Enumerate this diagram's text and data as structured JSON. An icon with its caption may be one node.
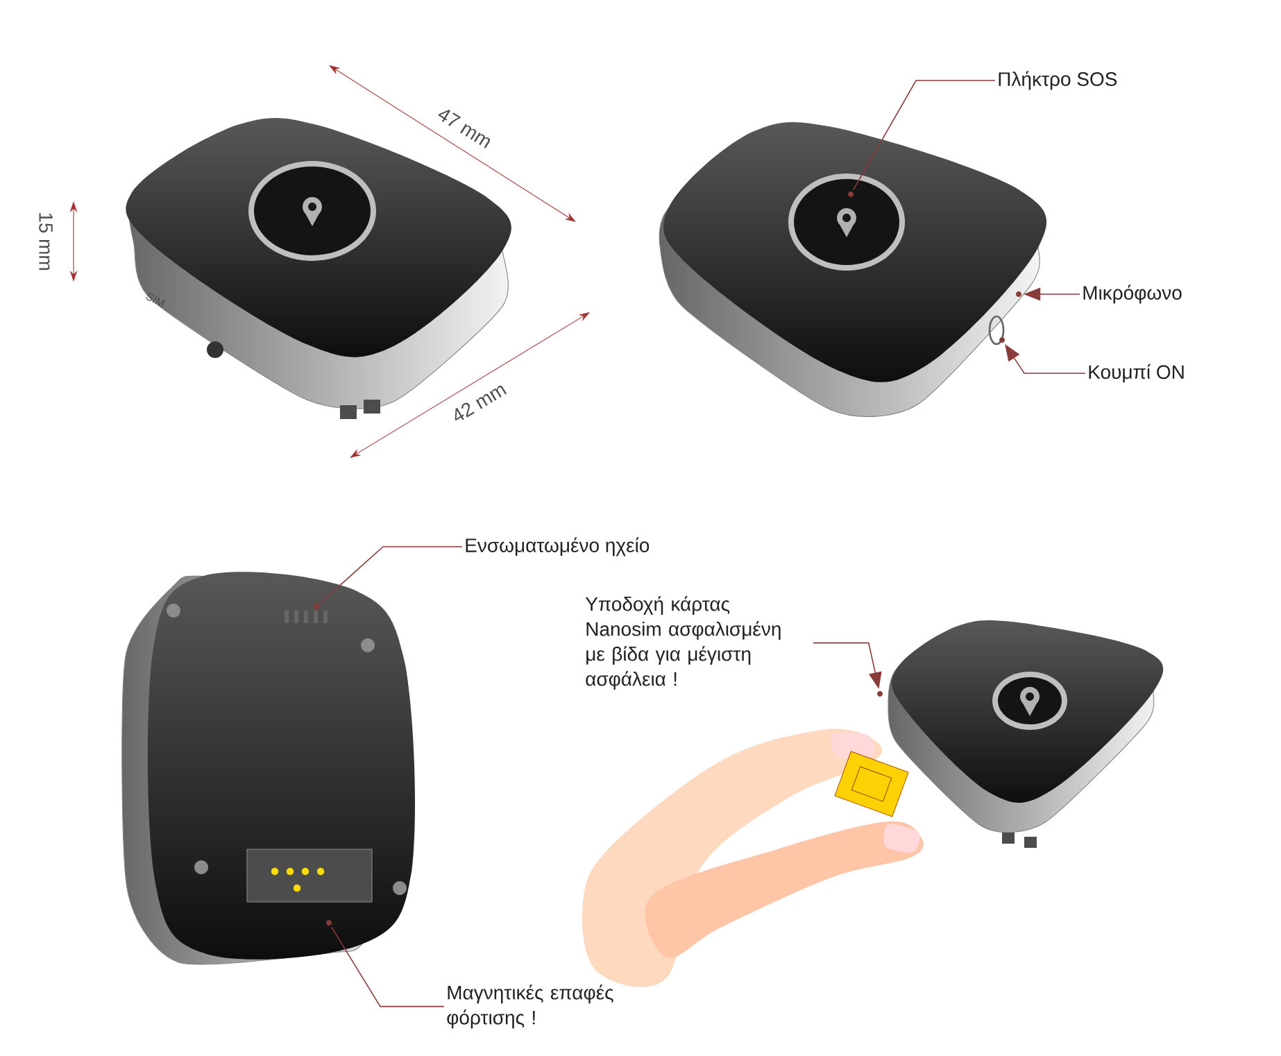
{
  "diagram": {
    "nodes": [
      {
        "text": [
          "Πλήκτρο SOS"
        ]
      },
      {
        "text": [],
        "shape": "circle"
      },
      {
        "text": [
          "Μικρόφωνο"
        ]
      },
      {
        "text": [],
        "shape": "circle"
      },
      {
        "text": [
          "Κουμπί ON"
        ]
      },
      {
        "text": [],
        "shape": "circle"
      },
      {
        "text": [
          "Ενσωματωμένο ηχείο"
        ]
      },
      {
        "text": [],
        "shape": "circle"
      },
      {
        "text": [
          "Υποδοχή κάρτας Nanosim ασφαλισμένη με βίδα για μέγιστη ασφάλεια !"
        ]
      },
      {
        "text": [],
        "shape": "circle"
      },
      {
        "text": [
          "Μαγνητικές επαφές φόρτισης !"
        ]
      },
      {
        "text": [],
        "shape": "circle"
      }
    ],
    "edges": [
      {
        "from": 0,
        "to": 1,
        "arrow": "none"
      },
      {
        "from": 2,
        "to": 3,
        "arrow": "to"
      },
      {
        "from": 4,
        "to": 5,
        "arrow": "to"
      },
      {
        "from": 6,
        "to": 7,
        "arrow": "none"
      },
      {
        "from": 8,
        "to": 9,
        "arrow": "to"
      },
      {
        "from": 10,
        "to": 11,
        "arrow": "none"
      }
    ],
    "labels": [
      "47 mm",
      "15 mm",
      "42 mm",
      "SIM"
    ]
  }
}
